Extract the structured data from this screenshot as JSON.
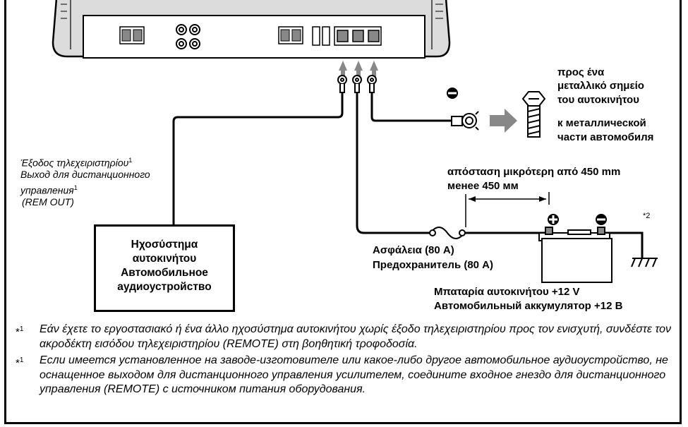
{
  "labels": {
    "to_chassis_gr_1": "προς ένα",
    "to_chassis_gr_2": "μεταλλικό σημείο",
    "to_chassis_gr_3": "του αυτοκινήτου",
    "to_chassis_ru_1": "к металлической",
    "to_chassis_ru_2": "части автомобиля",
    "remote_gr": "Έξοδος τηλεχειριστηρίου",
    "remote_ru_1": "Выход для дистанционного",
    "remote_ru_2": "управления",
    "remote_en": "(REM OUT)",
    "footnote_mark": "*1",
    "ground_mark": "*2",
    "distance_gr": "απόσταση μικρότερη από 450 mm",
    "distance_ru": "менее 450 мм",
    "fuse_gr": "Ασφάλεια (80 A)",
    "fuse_ru": "Предохранитель (80 A)",
    "battery_gr": "Μπαταρία αυτοκινήτου +12 V",
    "battery_ru": "Автомобильный аккумулятор +12 В"
  },
  "head_unit": {
    "line1": "Ηχοσύστημα",
    "line2": "αυτοκινήτου",
    "line3": "Автомобильное",
    "line4": "аудиоустройство"
  },
  "notes": [
    {
      "mark": "*",
      "sup": "1",
      "text": "Εάν έχετε το εργοστασιακό ή ένα άλλο ηχοσύστημα αυτοκινήτου χωρίς έξοδο τηλεχειριστηρίου προς τον ενισχυτή, συνδέστε τον ακροδέκτη εισόδου τηλεχειριστηρίου (REMOTE) στη βοηθητική τροφοδοσία."
    },
    {
      "mark": "*",
      "sup": "1",
      "text": "Если имеется установленное на заводе-изготовителе или какое-либо другое автомобильное аудиоустройство, не оснащенное выходом для дистанционного управления усилителем, соедините входное гнездо для дистанционного управления (REMOTE) с источником питания оборудования."
    }
  ]
}
